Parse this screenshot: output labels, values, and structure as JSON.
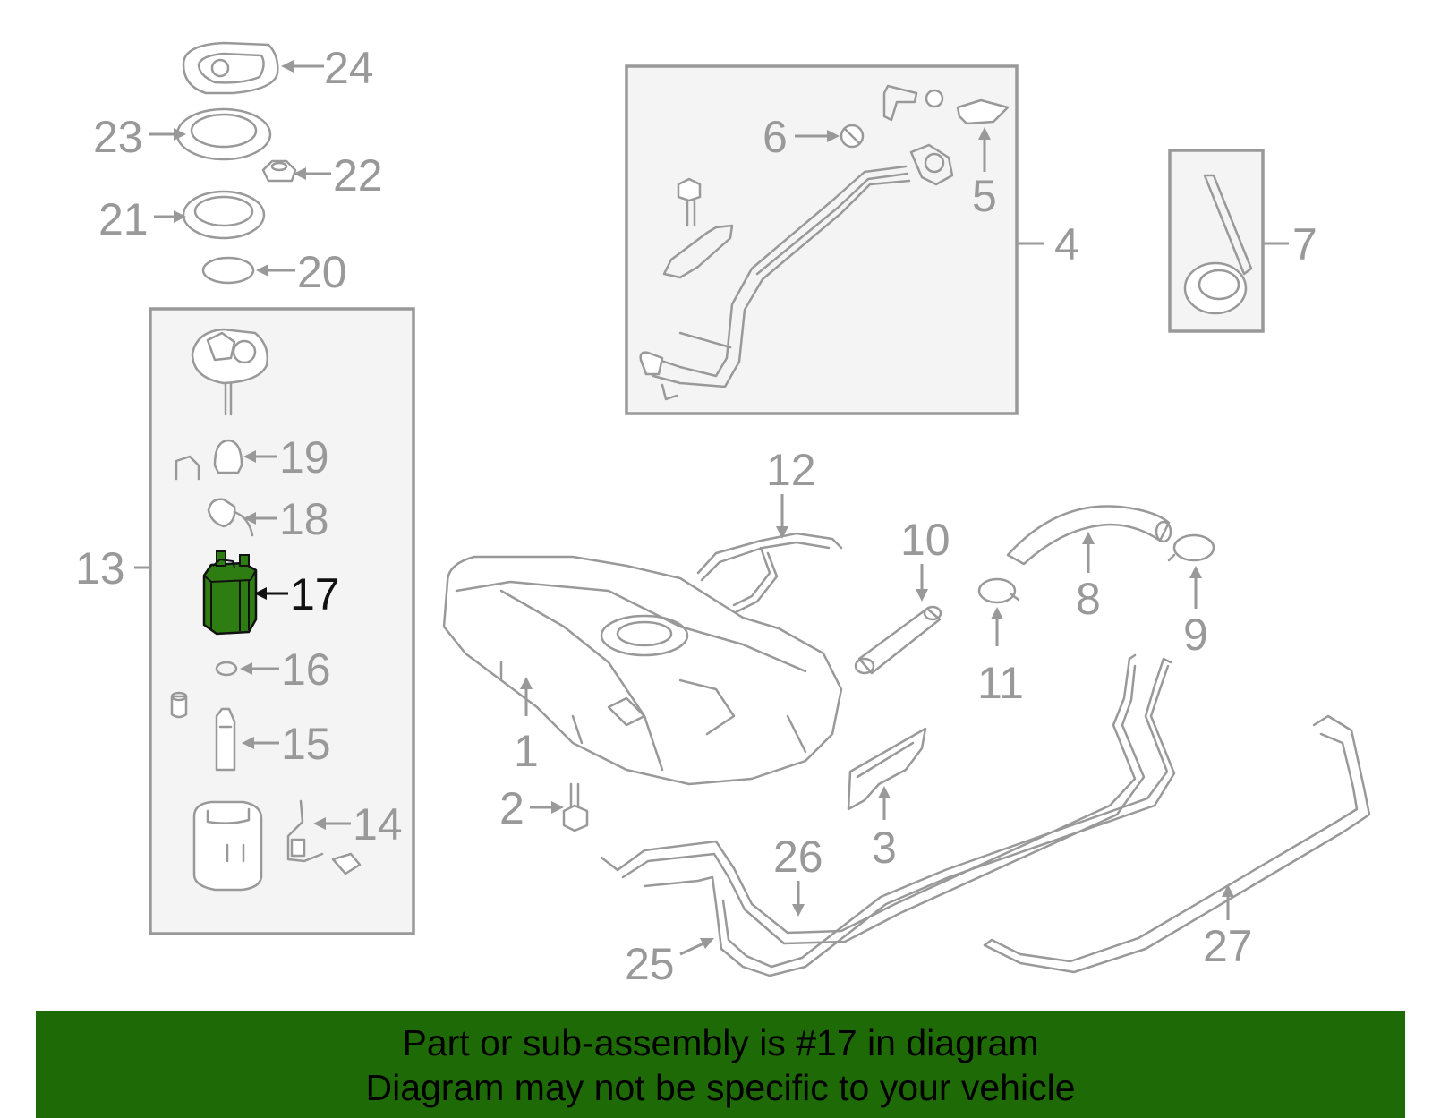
{
  "diagram": {
    "highlight_color": "#2e7d12",
    "line_color": "#999999",
    "callouts": {
      "c1": "1",
      "c2": "2",
      "c3": "3",
      "c4": "4",
      "c5": "5",
      "c6": "6",
      "c7": "7",
      "c8": "8",
      "c9": "9",
      "c10": "10",
      "c11": "11",
      "c12": "12",
      "c13": "13",
      "c14": "14",
      "c15": "15",
      "c16": "16",
      "c17": "17",
      "c18": "18",
      "c19": "19",
      "c20": "20",
      "c21": "21",
      "c22": "22",
      "c23": "23",
      "c24": "24",
      "c25": "25",
      "c26": "26",
      "c27": "27"
    }
  },
  "banner": {
    "line1": "Part or sub-assembly is #17 in diagram",
    "line2": "Diagram may not be specific to your vehicle",
    "background": "#1e6a06"
  }
}
